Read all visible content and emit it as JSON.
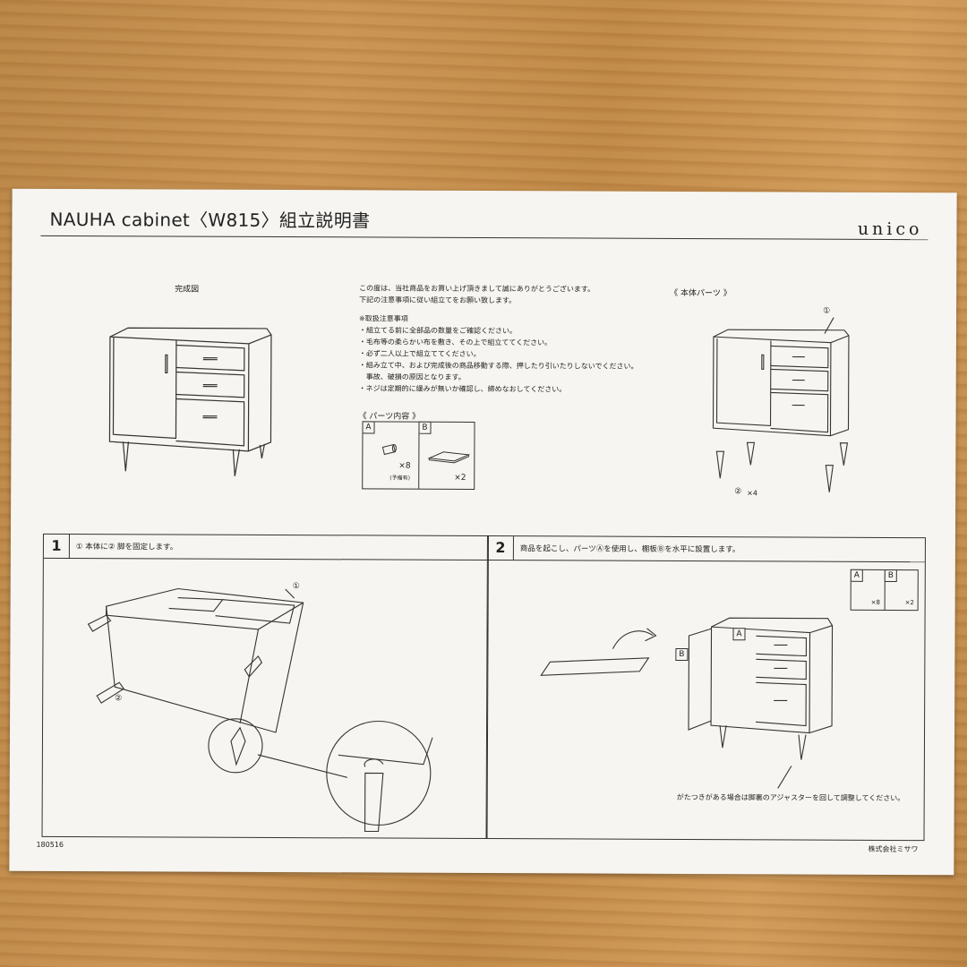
{
  "header": {
    "title": "NAUHA cabinet〈W815〉組立説明書",
    "brand": "unico"
  },
  "completed": {
    "label": "完成図"
  },
  "intro": {
    "lines": [
      "この度は、当社商品をお買い上げ頂きまして誠にありがとうございます。",
      "下記の注意事項に従い組立てをお願い致します。"
    ],
    "caution_title": "※取扱注意事項",
    "cautions": [
      "・組立てる前に全部品の数量をご確認ください。",
      "・毛布等の柔らかい布を敷き、その上で組立ててください。",
      "・必ず二人以上で組立ててください。",
      "・組み立て中、および完成後の商品移動する際、押したり引いたりしないでください。",
      "　事故、破損の原因となります。",
      "・ネジは定期的に緩みが無いか確認し、締めなおしてください。"
    ]
  },
  "parts_contents": {
    "label": "《 パーツ内容 》",
    "a": {
      "tag": "A",
      "qty": "×8",
      "note": "(予備有)"
    },
    "b": {
      "tag": "B",
      "qty": "×2"
    }
  },
  "body_parts": {
    "label": "《 本体パーツ 》",
    "part1": "①",
    "part2": "②",
    "part2_qty": "×4"
  },
  "steps": [
    {
      "num": "1",
      "text": "① 本体に② 脚を固定します。",
      "callout1": "①",
      "callout2": "②"
    },
    {
      "num": "2",
      "text": "商品を起こし、パーツⒶを使用し、棚板Ⓑを水平に設置します。",
      "tag_a": "A",
      "tag_b": "B",
      "qty_a": "×8",
      "qty_b": "×2",
      "note": "がたつきがある場合は脚裏のアジャスターを回して調整してください。"
    }
  ],
  "footer": {
    "code": "180516",
    "company": "株式会社ミサワ"
  }
}
